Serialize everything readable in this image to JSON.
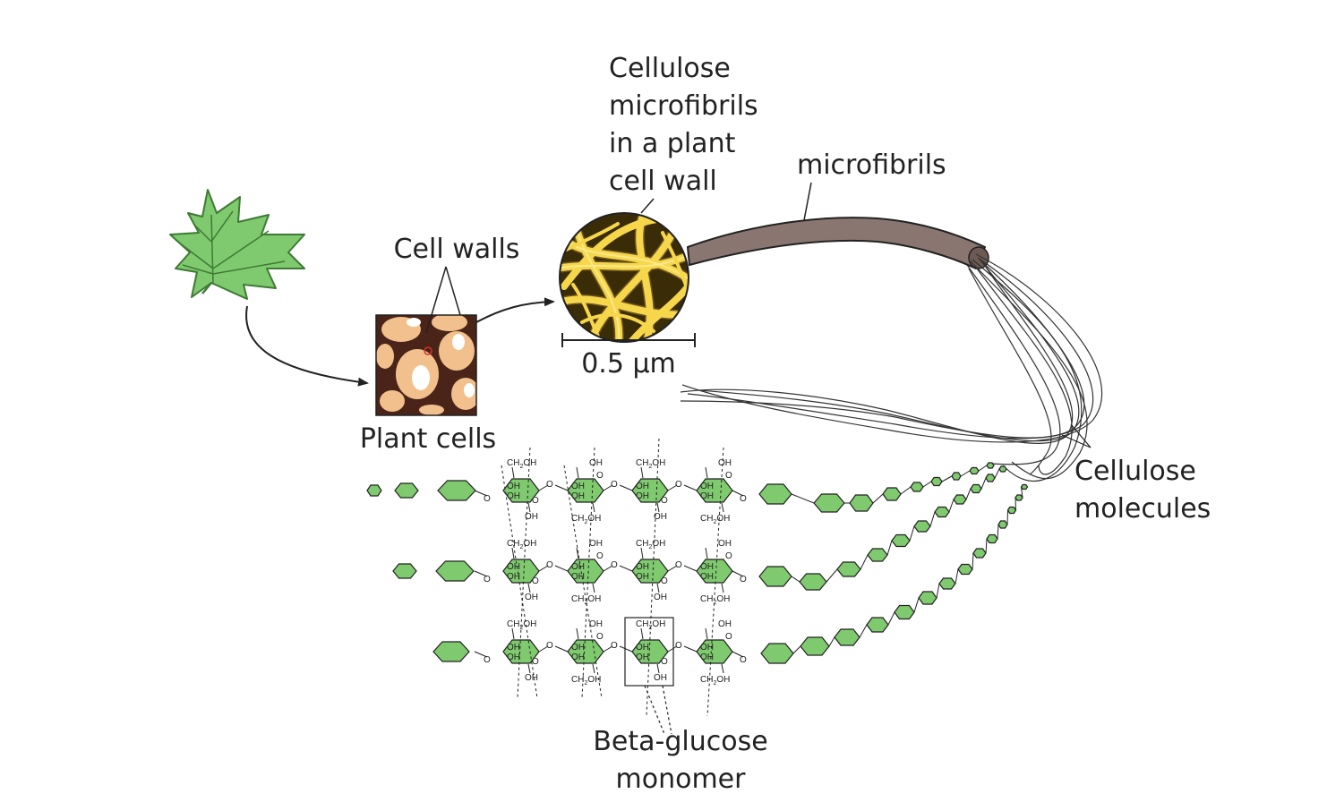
{
  "labels": {
    "cell_walls": "Cell walls",
    "plant_cells": "Plant cells",
    "microfibril_line1": "Cellulose",
    "microfibril_line2": "microfibrils",
    "microfibril_line3": "in a plant",
    "microfibril_line4": "cell wall",
    "microfibrils": "microfibrils",
    "scale_bar": "0.5 µm",
    "cellulose_molecules_line1": "Cellulose",
    "cellulose_molecules_line2": "molecules",
    "beta_glucose_line1": "Beta-glucose",
    "beta_glucose_line2": "monomer"
  },
  "chemistry": {
    "ch2oh": "CH",
    "ch2oh_sub": "2",
    "ch2oh_tail": "OH",
    "oh": "OH",
    "o": "O"
  },
  "colors": {
    "leaf": "#7fca6e",
    "leaf_vein": "#3f7a34",
    "cell_wall": "#4a2418",
    "cytoplasm": "#f1c08c",
    "microfibril_yellow": "#f6d64a",
    "fiber_brown": "#8a7670",
    "glucose_ring": "#7fca6e",
    "text": "#222222"
  }
}
